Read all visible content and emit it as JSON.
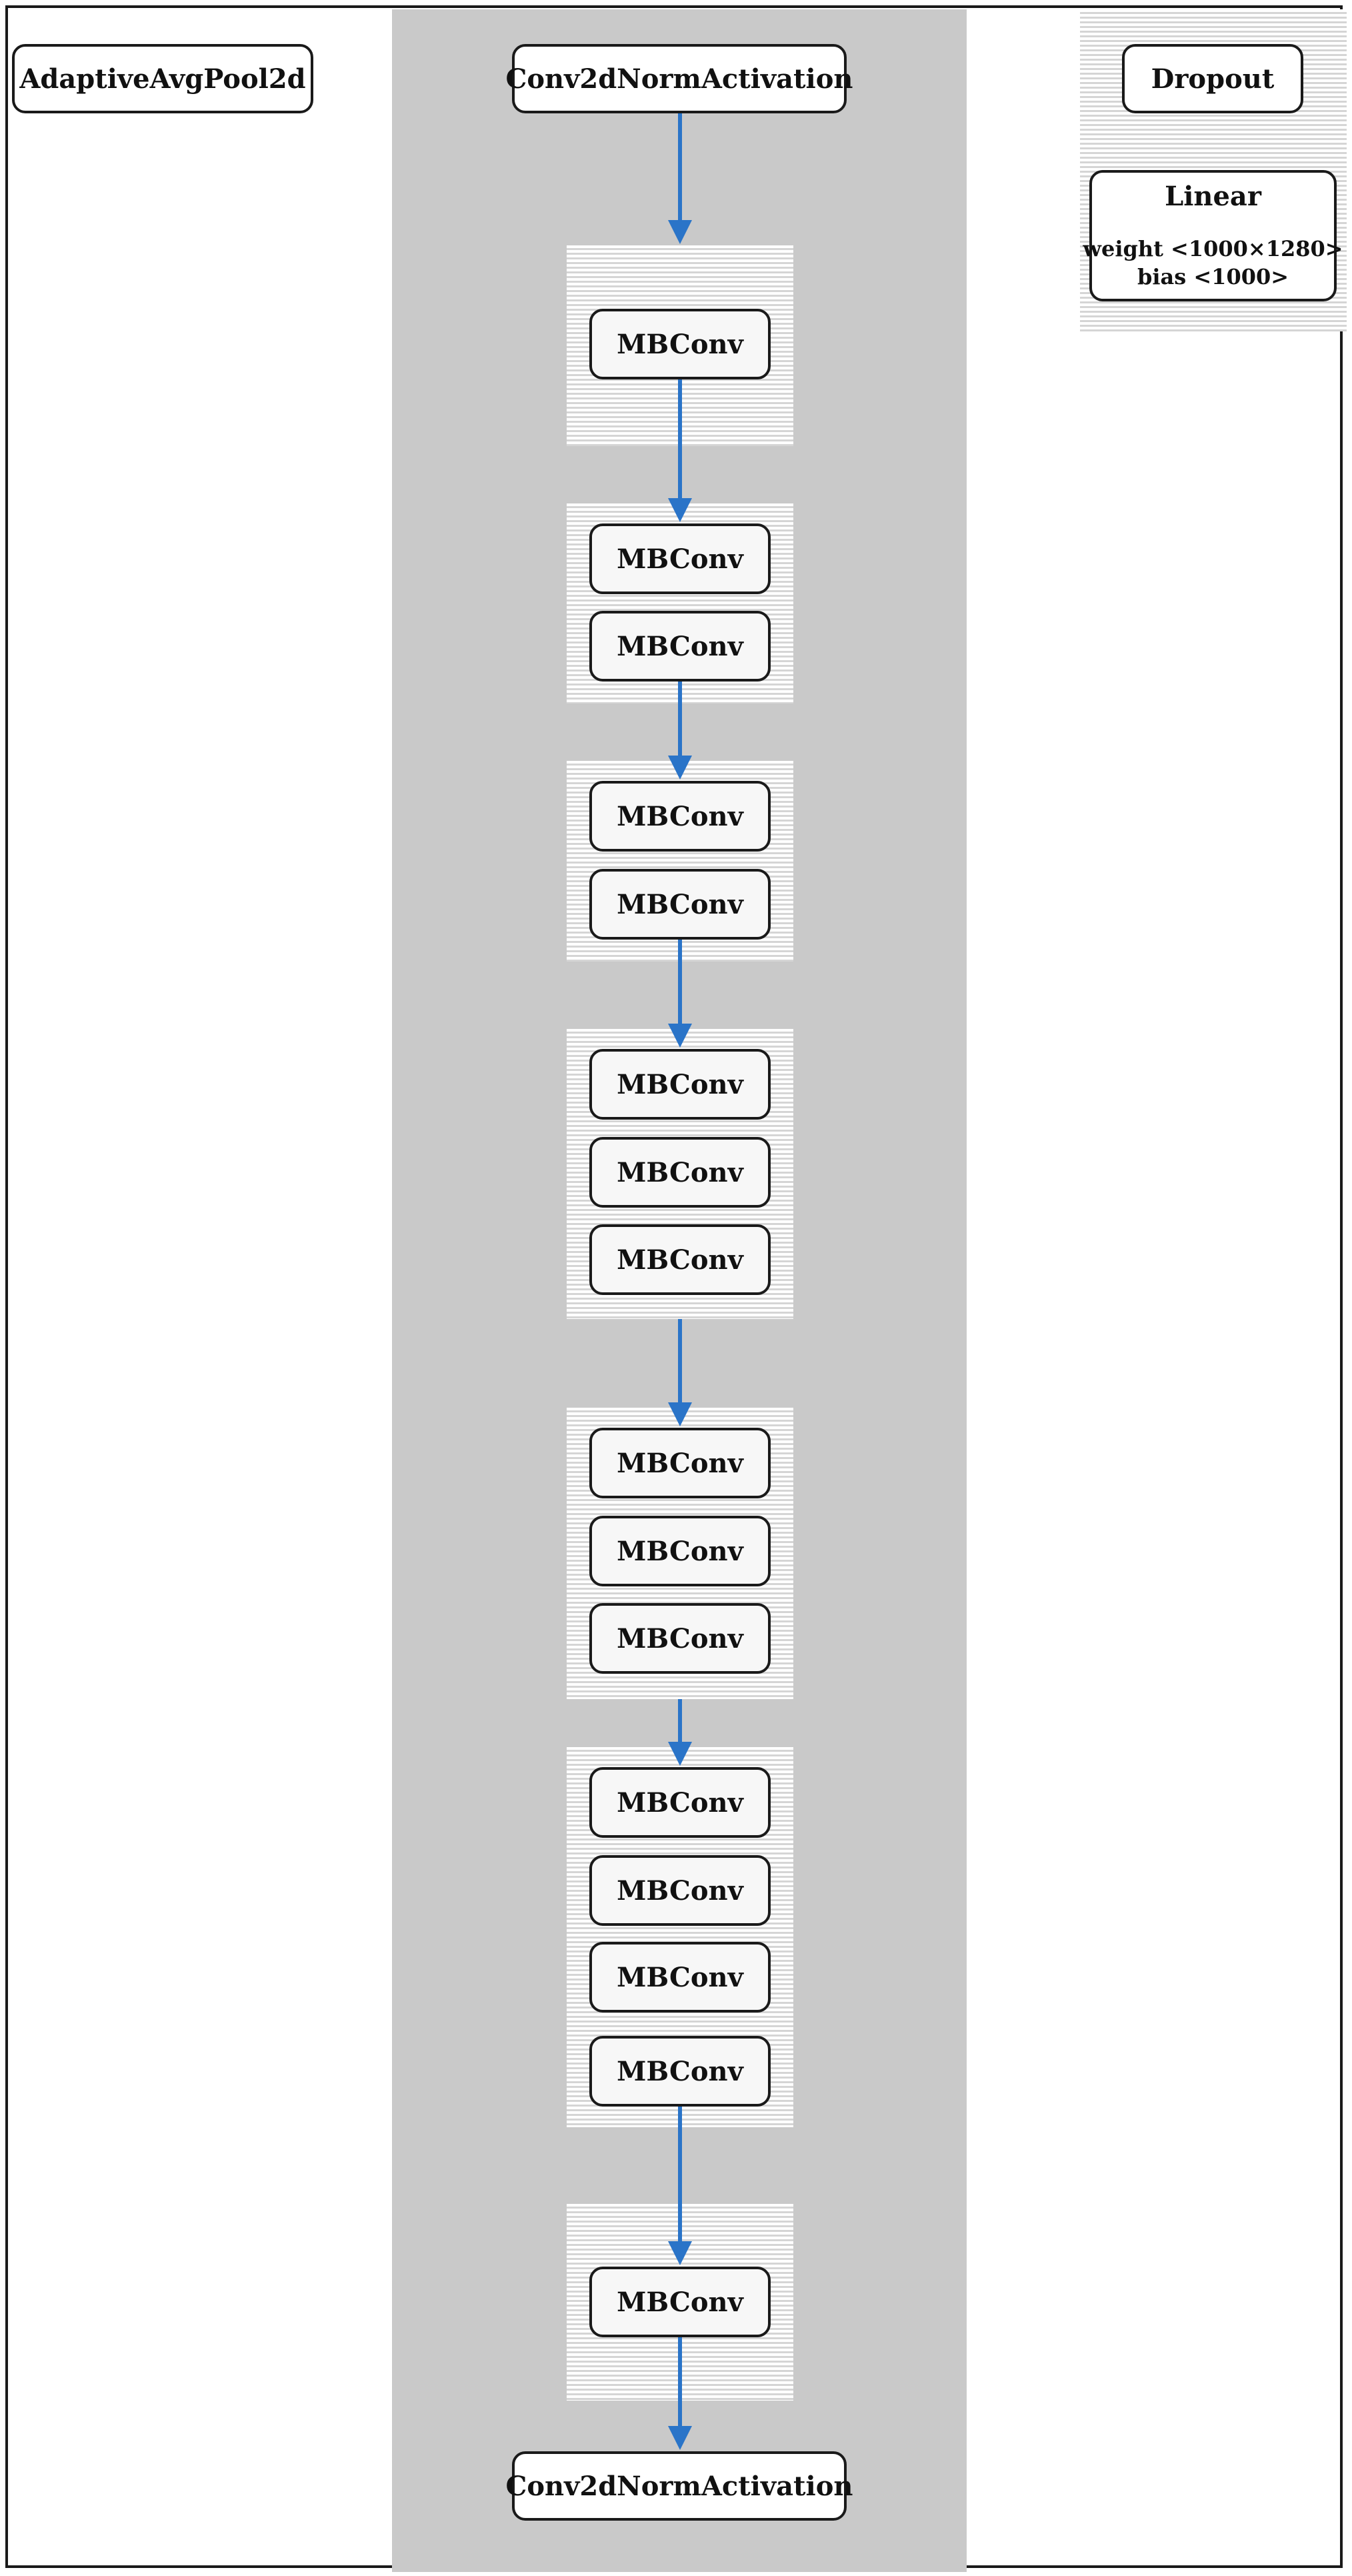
{
  "diagram": {
    "pool": "AdaptiveAvgPool2d",
    "stem": "Conv2dNormActivation",
    "head": "Conv2dNormActivation",
    "mbconv_label": "MBConv",
    "stages": [
      {
        "blocks": 1
      },
      {
        "blocks": 2
      },
      {
        "blocks": 2
      },
      {
        "blocks": 3
      },
      {
        "blocks": 3
      },
      {
        "blocks": 4
      },
      {
        "blocks": 1
      }
    ],
    "classifier": {
      "dropout": "Dropout",
      "linear": {
        "title": "Linear",
        "weight": "weight <1000×1280>",
        "bias": "bias <1000>"
      }
    },
    "colors": {
      "arrow": "#2a74c8",
      "sequential_bg": "#c9c9c9",
      "border": "#1a1a1a"
    }
  }
}
